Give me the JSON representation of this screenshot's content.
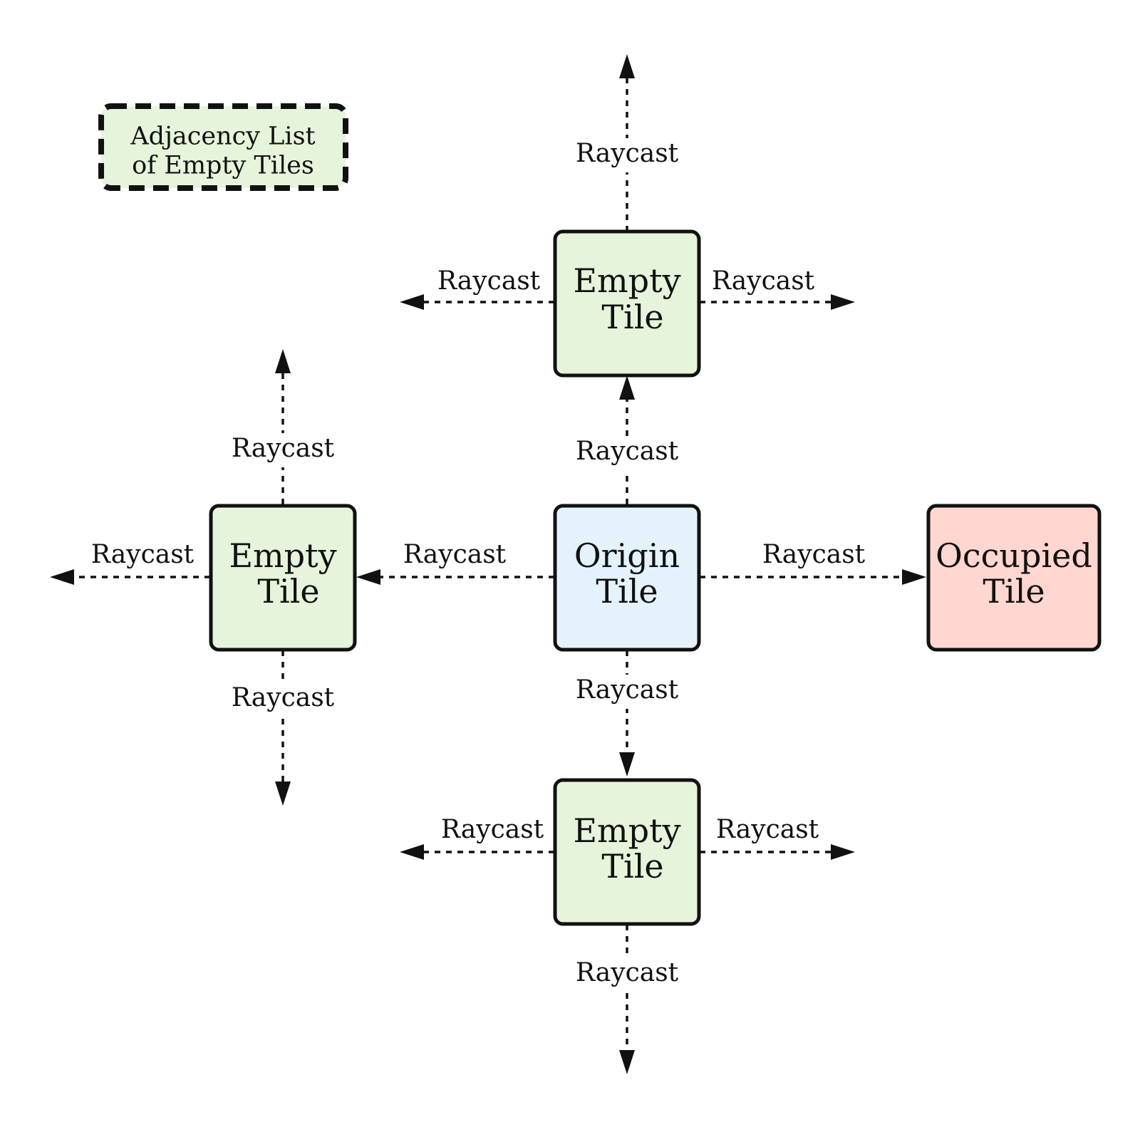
{
  "legend": {
    "line1": "Adjacency List",
    "line2": "of Empty Tiles",
    "fill": "#e5f4db"
  },
  "tiles": {
    "origin": {
      "line1": "Origin",
      "line2": "Tile",
      "fill": "#e4f3fb"
    },
    "top": {
      "line1": "Empty",
      "line2": "Tile",
      "fill": "#e5f4db"
    },
    "left": {
      "line1": "Empty",
      "line2": "Tile",
      "fill": "#e5f4db"
    },
    "bottom": {
      "line1": "Empty",
      "line2": "Tile",
      "fill": "#e5f4db"
    },
    "right": {
      "line1": "Occupied",
      "line2": "Tile",
      "fill": "#ffd6d0"
    }
  },
  "raycasts": {
    "origin_up": "Raycast",
    "origin_down": "Raycast",
    "origin_left": "Raycast",
    "origin_right": "Raycast",
    "top_up": "Raycast",
    "top_left": "Raycast",
    "top_right": "Raycast",
    "left_up": "Raycast",
    "left_left": "Raycast",
    "left_down": "Raycast",
    "bottom_left": "Raycast",
    "bottom_right": "Raycast",
    "bottom_down": "Raycast"
  }
}
